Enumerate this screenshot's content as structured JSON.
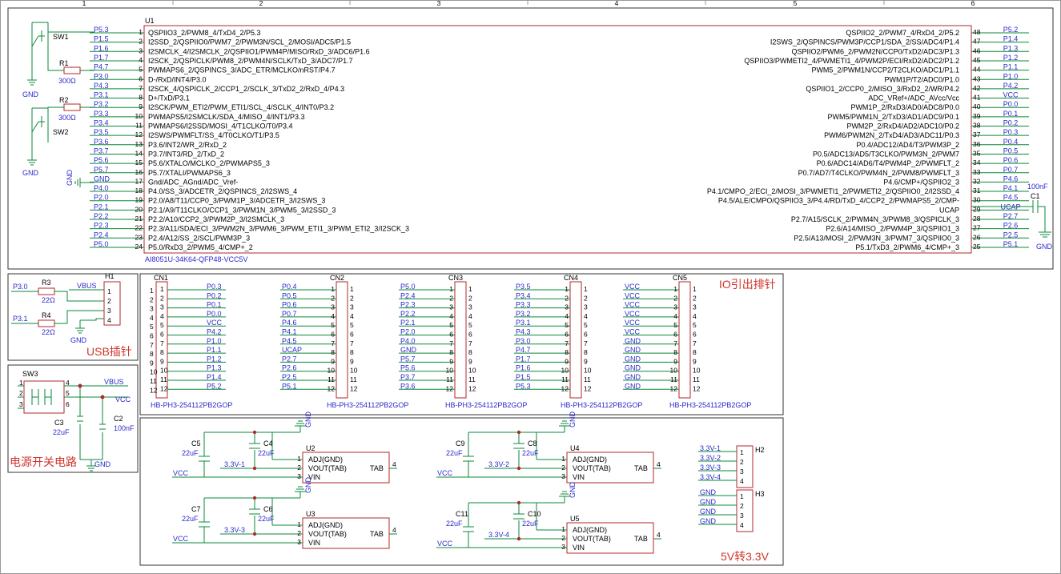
{
  "ruler": [
    "1",
    "2",
    "3",
    "4",
    "5",
    "6"
  ],
  "mcu": {
    "ref": "U1",
    "part": "AI8051U-34K64-QFP48-VCC5V",
    "left": [
      {
        "n": "1",
        "net": "P5.3",
        "f": "QSPIIO3_2/PWM8_4/TxD4_2/P5.3"
      },
      {
        "n": "2",
        "net": "P1.5",
        "f": "I2SSD_2/QSPIIO0/PWM7_2/PWM3N/SCL_2/MOSI/ADC5/P1.5"
      },
      {
        "n": "3",
        "net": "P1.6",
        "f": "I2SMCLK_4/I2SMCLK_2/QSPIIO1/PWM4P/MISO/RxD_3/ADC6/P1.6"
      },
      {
        "n": "4",
        "net": "P1.7",
        "f": "I2SCK_2/QSPICLK/PWM8_2/PWM4N/SCLK/TxD_3/ADC7/P1.7"
      },
      {
        "n": "5",
        "net": "P4.7",
        "f": "PWMAPS6_2/QSPINCS_3/ADC_ETR/MCLKO/nRST/P4.7"
      },
      {
        "n": "6",
        "net": "P3.0",
        "f": "D-/RxD/INT4/P3.0"
      },
      {
        "n": "7",
        "net": "P4.3",
        "f": "I2SCK_4/QSPICLK_2/CCP1_2/SCLK_3/TxD2_2/RxD_4/P4.3"
      },
      {
        "n": "8",
        "net": "P3.1",
        "f": "D+/TxD/P3.1"
      },
      {
        "n": "9",
        "net": "P3.2",
        "f": "I2SCK/PWM_ETI2/PWM_ETI1/SCL_4/SCLK_4/INT0/P3.2"
      },
      {
        "n": "10",
        "net": "P3.3",
        "f": "PWMAPS5/I2SMCLK/SDA_4/MISO_4/INT1/P3.3"
      },
      {
        "n": "11",
        "net": "P3.4",
        "f": "PWMAPS6/I2SSD/MOSI_4/T1CLKO/T0/P3.4"
      },
      {
        "n": "12",
        "net": "P3.5",
        "f": "I2SWS/PWMFLT/SS_4/T0CLKO/T1/P3.5"
      },
      {
        "n": "13",
        "net": "P3.6",
        "f": "P3.6/INT2/WR_2/RxD_2"
      },
      {
        "n": "14",
        "net": "P3.7",
        "f": "P3.7/INT3/RD_2/TxD_2"
      },
      {
        "n": "15",
        "net": "P5.6",
        "f": "P5.6/XTALO/MCLKO_2/PWMAPS5_3"
      },
      {
        "n": "16",
        "net": "P5.7",
        "f": "P5.7/XTALI/PWMAPS6_3"
      },
      {
        "n": "17",
        "net": "GND",
        "f": "Gnd/ADC_AGnd/ADC_Vref-"
      },
      {
        "n": "18",
        "net": "P4.0",
        "f": "P4.0/SS_3/ADCETR_2/QSPINCS_2/I2SWS_4"
      },
      {
        "n": "19",
        "net": "P2.0",
        "f": "P2.0/A8/T11/CCP0_3/PWM1P_3/ADCETR_3/I2SWS_3"
      },
      {
        "n": "20",
        "net": "P2.1",
        "f": "P2.1/A9/T11CLKO/CCP1_3/PWM1N_3/PWM5_3/I2SSD_3"
      },
      {
        "n": "21",
        "net": "P2.2",
        "f": "P2.2/A10/CCP2_3/PWM2P_3/I2SMCLK_3"
      },
      {
        "n": "22",
        "net": "P2.3",
        "f": "P2.3/A11/SDA/ECI_3/PWM2N_3/PWM6_3/PWM_ETI1_3/PWM_ETI2_3/I2SCK_3"
      },
      {
        "n": "23",
        "net": "P2.4",
        "f": "P2.4/A12/SS_2/SCL/PWM3P_3"
      },
      {
        "n": "24",
        "net": "P5.0",
        "f": "P5.0/RxD3_2/PWM5_4/CMP+_2"
      }
    ],
    "right": [
      {
        "n": "48",
        "net": "P5.2",
        "f": "QSPIIO2_2/PWM7_4/RxD4_2/P5.2"
      },
      {
        "n": "47",
        "net": "P1.4",
        "f": "I2SWS_2/QSPINCS/PWM3P/CCP1/SDA_2/SS/ADC4/P1.4"
      },
      {
        "n": "46",
        "net": "P1.3",
        "f": "QSPIIO2/PWM6_2/PWM2N/CCP0/TxD2/ADC3/P1.3"
      },
      {
        "n": "45",
        "net": "P1.2",
        "f": "QSPIIO3/PWMETI2_4/PWMETI1_4/PWM2P/ECI/RxD2/ADC2/P1.2"
      },
      {
        "n": "44",
        "net": "P1.1",
        "f": "PWM5_2/PWM1N/CCP2/T2CLKO/ADC1/P1.1"
      },
      {
        "n": "43",
        "net": "P1.0",
        "f": "PWM1P/T2/ADC0/P1.0"
      },
      {
        "n": "42",
        "net": "P4.2",
        "f": "QSPIIO1_2/CCP0_2/MISO_3/RxD2_2/WR/P4.2"
      },
      {
        "n": "41",
        "net": "VCC",
        "f": "ADC_VRef+/ADC_AVcc/Vcc"
      },
      {
        "n": "40",
        "net": "P0.0",
        "f": "PWM1P_2/RxD3/AD0/ADC8/P0.0"
      },
      {
        "n": "39",
        "net": "P0.1",
        "f": "PWM5/PWM1N_2/TxD3/AD1/ADC9/P0.1"
      },
      {
        "n": "38",
        "net": "P0.2",
        "f": "PWM2P_2/RxD4/AD2/ADC10/P0.2"
      },
      {
        "n": "37",
        "net": "P0.3",
        "f": "PWM6/PWM2N_2/TxD4/AD3/ADC11/P0.3"
      },
      {
        "n": "36",
        "net": "P0.4",
        "f": "P0.4/ADC12/AD4/T3/PWM3P_2"
      },
      {
        "n": "35",
        "net": "P0.5",
        "f": "P0.5/ADC13/AD5/T3CLKO/PWM3N_2/PWM7"
      },
      {
        "n": "34",
        "net": "P0.6",
        "f": "P0.6/ADC14/AD6/T4/PWM4P_2/PWMFLT_2"
      },
      {
        "n": "33",
        "net": "P0.7",
        "f": "P0.7/AD7/T4CLKO/PWM4N_2/PWM8/PWMFLT_3"
      },
      {
        "n": "32",
        "net": "P4.6",
        "f": "P4.6/CMP+/QSPIIO2_3"
      },
      {
        "n": "31",
        "net": "P4.1",
        "f": "P4.1/CMPO_2/ECI_2/MOSI_3/PWMETI1_2/PWMETI2_2/QSPIIO0_2/I2SSD_4"
      },
      {
        "n": "30",
        "net": "P4.5",
        "f": "P4.5/ALE/CMPO/QSPIIO3_3/P4.4/RD/TxD_4/CCP2_2/PWMAPS5_2/CMP-"
      },
      {
        "n": "29",
        "net": "UCAP",
        "f": "UCAP"
      },
      {
        "n": "28",
        "net": "P2.7",
        "f": "P2.7/A15/SCLK_2/PWM4N_3/PWM8_3/QSPICLK_3"
      },
      {
        "n": "27",
        "net": "P2.6",
        "f": "P2.6/A14/MISO_2/PWM4P_3/QSPIIO1_3"
      },
      {
        "n": "26",
        "net": "P2.5",
        "f": "P2.5/A13/MOSI_2/PWM3N_3/PWM7_3/QSPIIO0_3"
      },
      {
        "n": "25",
        "net": "P5.1",
        "f": "P5.1/TxD3_2/PWM6_4/CMP+_3"
      }
    ]
  },
  "sw": {
    "sw1": "SW1",
    "sw2": "SW2",
    "r1": "R1",
    "r1v": "300Ω",
    "r2": "R2",
    "r2v": "300Ω",
    "gnd": "GND",
    "c1": "C1",
    "c1v": "100nF",
    "gndr": "GND"
  },
  "usb": {
    "title": "USB插针",
    "p30": "P3.0",
    "p31": "P3.1",
    "r3": "R3",
    "r3v": "22Ω",
    "r4": "R4",
    "r4v": "22Ω",
    "vbus": "VBUS",
    "gnd": "GND",
    "h1": "H1",
    "pins": [
      "1",
      "2",
      "3",
      "4"
    ]
  },
  "power": {
    "title": "电源开关电路",
    "sw3": "SW3",
    "vbus": "VBUS",
    "vcc": "VCC",
    "c3": "C3",
    "c3v": "22uF",
    "c2": "C2",
    "c2v": "100nF",
    "gnd": "GND",
    "pins": [
      "1",
      "2",
      "3",
      "4",
      "5",
      "6"
    ]
  },
  "headers": {
    "title": "IO引出排针",
    "part": "HB-PH3-254112PB2GOP",
    "pins": [
      "1",
      "2",
      "3",
      "4",
      "5",
      "6",
      "7",
      "8",
      "9",
      "10",
      "11",
      "12"
    ],
    "cn1": {
      "ref": "CN1",
      "nets": [
        "P0.3",
        "P0.2",
        "P0.1",
        "P0.0",
        "VCC",
        "P4.2",
        "P1.0",
        "P1.1",
        "P1.2",
        "P1.3",
        "P1.4",
        "P5.2"
      ]
    },
    "cn2": {
      "ref": "CN2",
      "nets": [
        "P0.4",
        "P0.5",
        "P0.6",
        "P0.7",
        "P4.6",
        "P4.1",
        "P4.5",
        "UCAP",
        "P2.7",
        "P2.6",
        "P2.5",
        "P5.1"
      ]
    },
    "cn3": {
      "ref": "CN3",
      "nets": [
        "P5.0",
        "P2.4",
        "P2.3",
        "P2.2",
        "P2.1",
        "P2.0",
        "P4.0",
        "GND",
        "P5.7",
        "P5.6",
        "P3.7",
        "P3.6"
      ]
    },
    "cn4": {
      "ref": "CN4",
      "nets": [
        "P3.5",
        "P3.4",
        "P3.3",
        "P3.2",
        "P3.1",
        "P4.3",
        "P3.0",
        "P4.7",
        "P1.7",
        "P1.6",
        "P1.5",
        "P5.3"
      ]
    },
    "cn5": {
      "ref": "CN5",
      "nets": [
        "VCC",
        "VCC",
        "VCC",
        "VCC",
        "VCC",
        "VCC",
        "GND",
        "GND",
        "GND",
        "GND",
        "GND",
        "GND"
      ]
    }
  },
  "ldo": {
    "title": "5V转3.3V",
    "pin_adj": "ADJ(GND)",
    "pin_vout": "VOUT(TAB)",
    "pin_vin": "VIN",
    "pin_tab": "TAB",
    "gnd": "GND",
    "vcc": "VCC",
    "cap_v": "22uF",
    "blocks": [
      {
        "u": "U2",
        "ca": "C5",
        "cb": "C4",
        "out": "3.3V-1"
      },
      {
        "u": "U3",
        "ca": "C7",
        "cb": "C6",
        "out": "3.3V-3"
      },
      {
        "u": "U4",
        "ca": "C9",
        "cb": "C8",
        "out": "3.3V-2"
      },
      {
        "u": "U5",
        "ca": "C11",
        "cb": "C10",
        "out": "3.3V-4"
      }
    ],
    "h2": {
      "ref": "H2",
      "nets": [
        "3.3V-1",
        "3.3V-2",
        "3.3V-3",
        "3.3V-4"
      ]
    },
    "h3": {
      "ref": "H3",
      "nets": [
        "GND",
        "GND",
        "GND",
        "GND"
      ]
    },
    "pins": [
      "1",
      "2",
      "3",
      "4"
    ]
  },
  "colors": {
    "wire": "#0a8a3a",
    "body": "#b02a2a",
    "net": "#2a2acc",
    "frame": "#333333",
    "title": "#d0352b"
  }
}
